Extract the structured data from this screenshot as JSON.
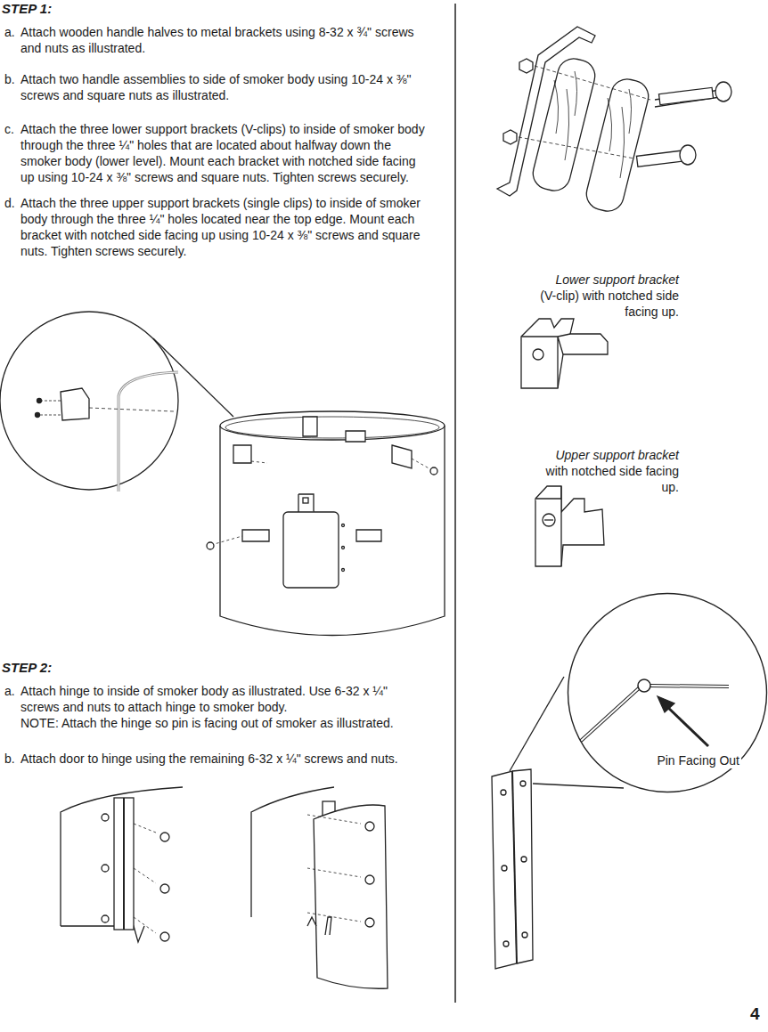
{
  "diagram": {
    "nodes": [
      {
        "text": [
          "Pin Facing Out"
        ]
      }
    ],
    "labels": [
      "STEP 1:",
      "a.",
      "Attach wooden handle halves to metal brackets using 8-32 x ¾\" screws and nuts as illustrated.",
      "b.",
      "Attach two handle assemblies to side of smoker body using 10-24 x ⅜\" screws and square nuts as illustrated.",
      "c.",
      "Attach the three lower support brackets (V-clips) to inside of smoker body through the three ¼\" holes that are located about halfway down the smoker body (lower level). Mount each bracket with notched side facing up using 10-24 x ⅜\" screws and square nuts. Tighten screws securely.",
      "d.",
      "Attach the three upper support brackets (single clips) to inside of smoker body through the three ¼\" holes located near the top edge. Mount each bracket with notched side facing up using 10-24 x ⅜\" screws and square nuts. Tighten screws securely.",
      "Lower support bracket",
      "(V-clip) with notched side facing up.",
      "Upper support bracket",
      "with notched side facing up.",
      "STEP 2:",
      "a.",
      "Attach hinge to inside of smoker body as illustrated. Use 6-32 x ¼\" screws and nuts to attach hinge to smoker body.",
      "NOTE: Attach the hinge so pin is facing out of smoker as illustrated.",
      "b.",
      "Attach door to hinge using the remaining 6-32 x ¼\" screws and nuts.",
      "4"
    ]
  }
}
